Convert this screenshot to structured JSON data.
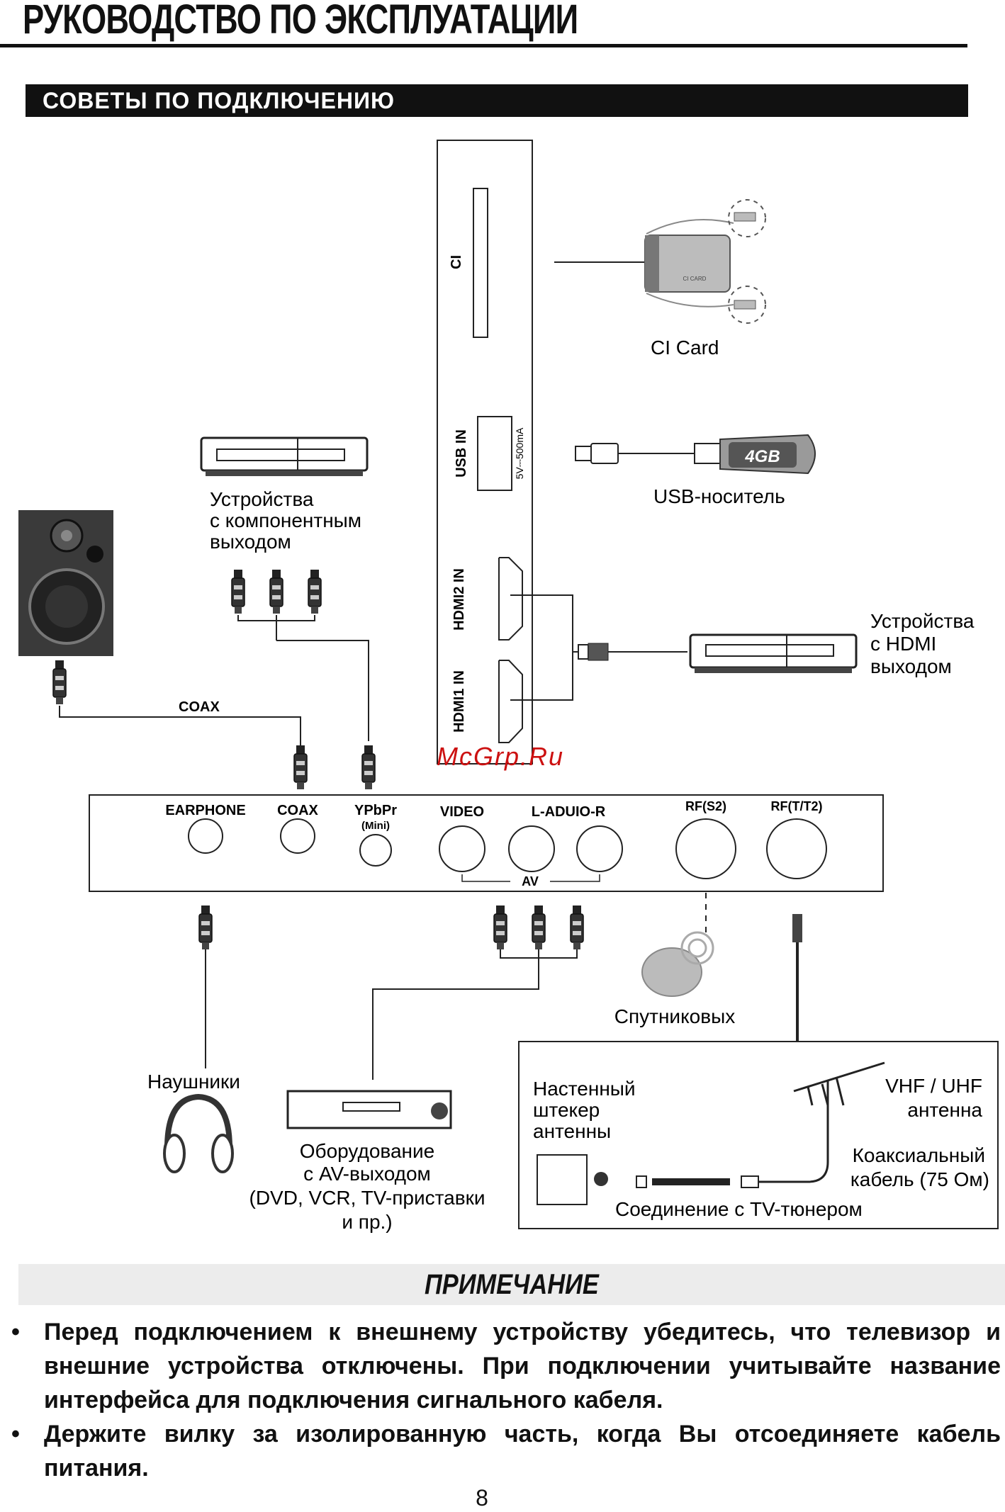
{
  "header": {
    "title": "РУКОВОДСТВО ПО ЭКСПЛУАТАЦИИ",
    "section": "СОВЕТЫ ПО ПОДКЛЮЧЕНИЮ"
  },
  "side_panel": {
    "ci": "CI",
    "usb_in": "USB IN",
    "usb_rating": "5V⎓500mA",
    "hdmi2": "HDMI2 IN",
    "hdmi1": "HDMI1 IN"
  },
  "devices": {
    "ci_card": "CI Card",
    "ci_card_chip": "CI CARD",
    "usb_drive": "USB-носитель",
    "usb_capacity": "4GB",
    "component_line1": "Устройства",
    "component_line2": "с компонентным",
    "component_line3": "выходом",
    "hdmi_line1": "Устройства",
    "hdmi_line2": "с HDMI",
    "hdmi_line3": "выходом",
    "coax_cable": "COAX",
    "headphones": "Наушники",
    "av_line1": "Оборудование",
    "av_line2": "с AV-выходом",
    "av_line3": "(DVD, VCR, TV-приставки",
    "av_line4": "и пр.)",
    "satellite": "Спутниковых"
  },
  "watermark": "McGrp.Ru",
  "bottom_panel": {
    "earphone": "EARPHONE",
    "coax": "COAX",
    "ypbpr": "YPbPr",
    "ypbpr_mini": "(Mini)",
    "video": "VIDEO",
    "audio": "L-ADUIO-R",
    "av": "AV",
    "rf_s2": "RF(S2)",
    "rf_t": "RF(T/T2)"
  },
  "antenna_box": {
    "wall_line1": "Настенный",
    "wall_line2": "штекер",
    "wall_line3": "антенны",
    "vhf_line1": "VHF / UHF",
    "vhf_line2": "антенна",
    "coax_line1": "Коаксиальный",
    "coax_line2": "кабель (75 Ом)",
    "tuner": "Соединение с TV-тюнером"
  },
  "note": {
    "title": "ПРИМЕЧАНИЕ",
    "items": [
      "Перед подключением к внешнему устройству убедитесь, что телевизор и внешние устройства отключены. При подключении учитывайте название интерфейса для подключения сигнального кабеля.",
      "Держите вилку за изолированную часть, когда Вы отсоединяете кабель питания."
    ]
  },
  "page_number": "8"
}
